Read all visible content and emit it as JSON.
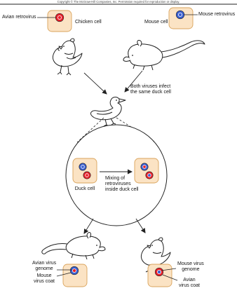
{
  "copyright": "Copyright © The McGraw-Hill Companies, Inc. Permission required for reproduction or display.",
  "labels": {
    "avian_retrovirus": "Avian retrovirus",
    "chicken_cell": "Chicken cell",
    "mouse_cell": "Mouse cell",
    "mouse_retrovirus": "Mouse retrovirus",
    "both_viruses_infect": "Both viruses infect\nthe same duck cell",
    "duck_cell": "Duck cell",
    "mixing": "Mixing of\nretroviruses\ninside duck cell",
    "avian_virus_genome": "Avian virus\ngenome",
    "mouse_virus_coat": "Mouse\nvirus coat",
    "mouse_virus_genome": "Mouse virus\ngenome",
    "avian_virus_coat": "Avian\nvirus coat"
  },
  "colors": {
    "cell_fill": "#fbe3c4",
    "cell_stroke": "#d9a35b",
    "avian_virus": "#e8202a",
    "mouse_virus": "#3a5fcf",
    "outline": "#222222"
  }
}
